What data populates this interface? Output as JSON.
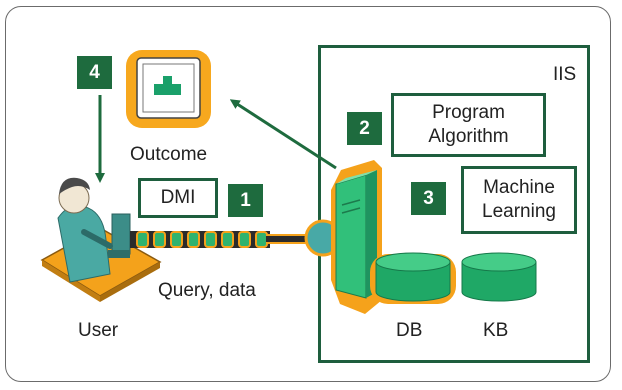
{
  "system": {
    "label": "IIS"
  },
  "steps": [
    {
      "number": "1",
      "label": "DMI"
    },
    {
      "number": "2",
      "label": "Program Algorithm"
    },
    {
      "number": "3",
      "label": "Machine Learning"
    },
    {
      "number": "4",
      "label": ""
    }
  ],
  "labels": {
    "outcome": "Outcome",
    "query": "Query, data",
    "user": "User",
    "db": "DB",
    "kb": "KB",
    "program_line1": "Program",
    "program_line2": "Algorithm",
    "ml_line1": "Machine",
    "ml_line2": "Learning"
  },
  "colors": {
    "dark_green": "#1e5e3e",
    "badge_green": "#1e6b3e",
    "accent_green": "#2fb36e",
    "orange": "#f5a21b",
    "teal": "#48a9a6"
  }
}
